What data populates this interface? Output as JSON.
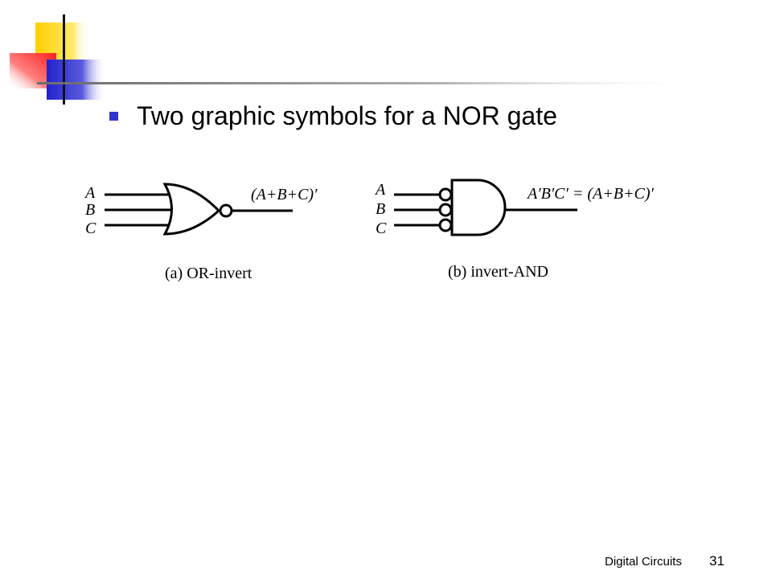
{
  "slide": {
    "bullet_text": "Two graphic symbols for a NOR gate",
    "footer_label": "Digital Circuits",
    "page_number": "31"
  },
  "diagram_a": {
    "inputs": [
      "A",
      "B",
      "C"
    ],
    "output": "(A+B+C)′",
    "caption": "(a)  OR-invert"
  },
  "diagram_b": {
    "inputs": [
      "A",
      "B",
      "C"
    ],
    "output": "A′B′C′ = (A+B+C)′",
    "caption": "(b)  invert-AND"
  },
  "colors": {
    "accent_yellow": "#ffd800",
    "accent_red": "#ff4040",
    "accent_blue": "#3333cc",
    "divider": "#9a9a9a"
  }
}
